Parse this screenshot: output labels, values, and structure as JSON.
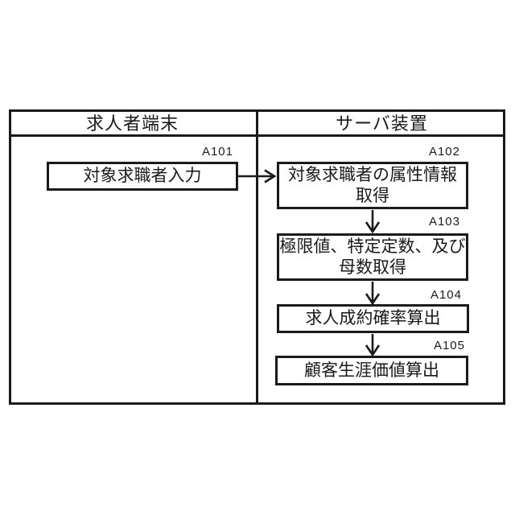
{
  "figure": {
    "background": "#ffffff",
    "line_color": "#1a1a1a",
    "columns": [
      {
        "header": "求人者端末"
      },
      {
        "header": "サーバ装置"
      }
    ],
    "steps": [
      {
        "label": "A101",
        "column": "求人者端末",
        "lines": [
          "対象求職者入力"
        ]
      },
      {
        "label": "A102",
        "column": "サーバ装置",
        "lines": [
          "対象求職者の属性情報",
          "取得"
        ]
      },
      {
        "label": "A103",
        "column": "サーバ装置",
        "lines": [
          "極限値、特定定数、及び",
          "母数取得"
        ]
      },
      {
        "label": "A104",
        "column": "サーバ装置",
        "lines": [
          "求人成約確率算出"
        ]
      },
      {
        "label": "A105",
        "column": "サーバ装置",
        "lines": [
          "顧客生涯価値算出"
        ]
      }
    ],
    "flow": [
      "A101→A102",
      "A102→A103",
      "A103→A104",
      "A104→A105"
    ]
  }
}
